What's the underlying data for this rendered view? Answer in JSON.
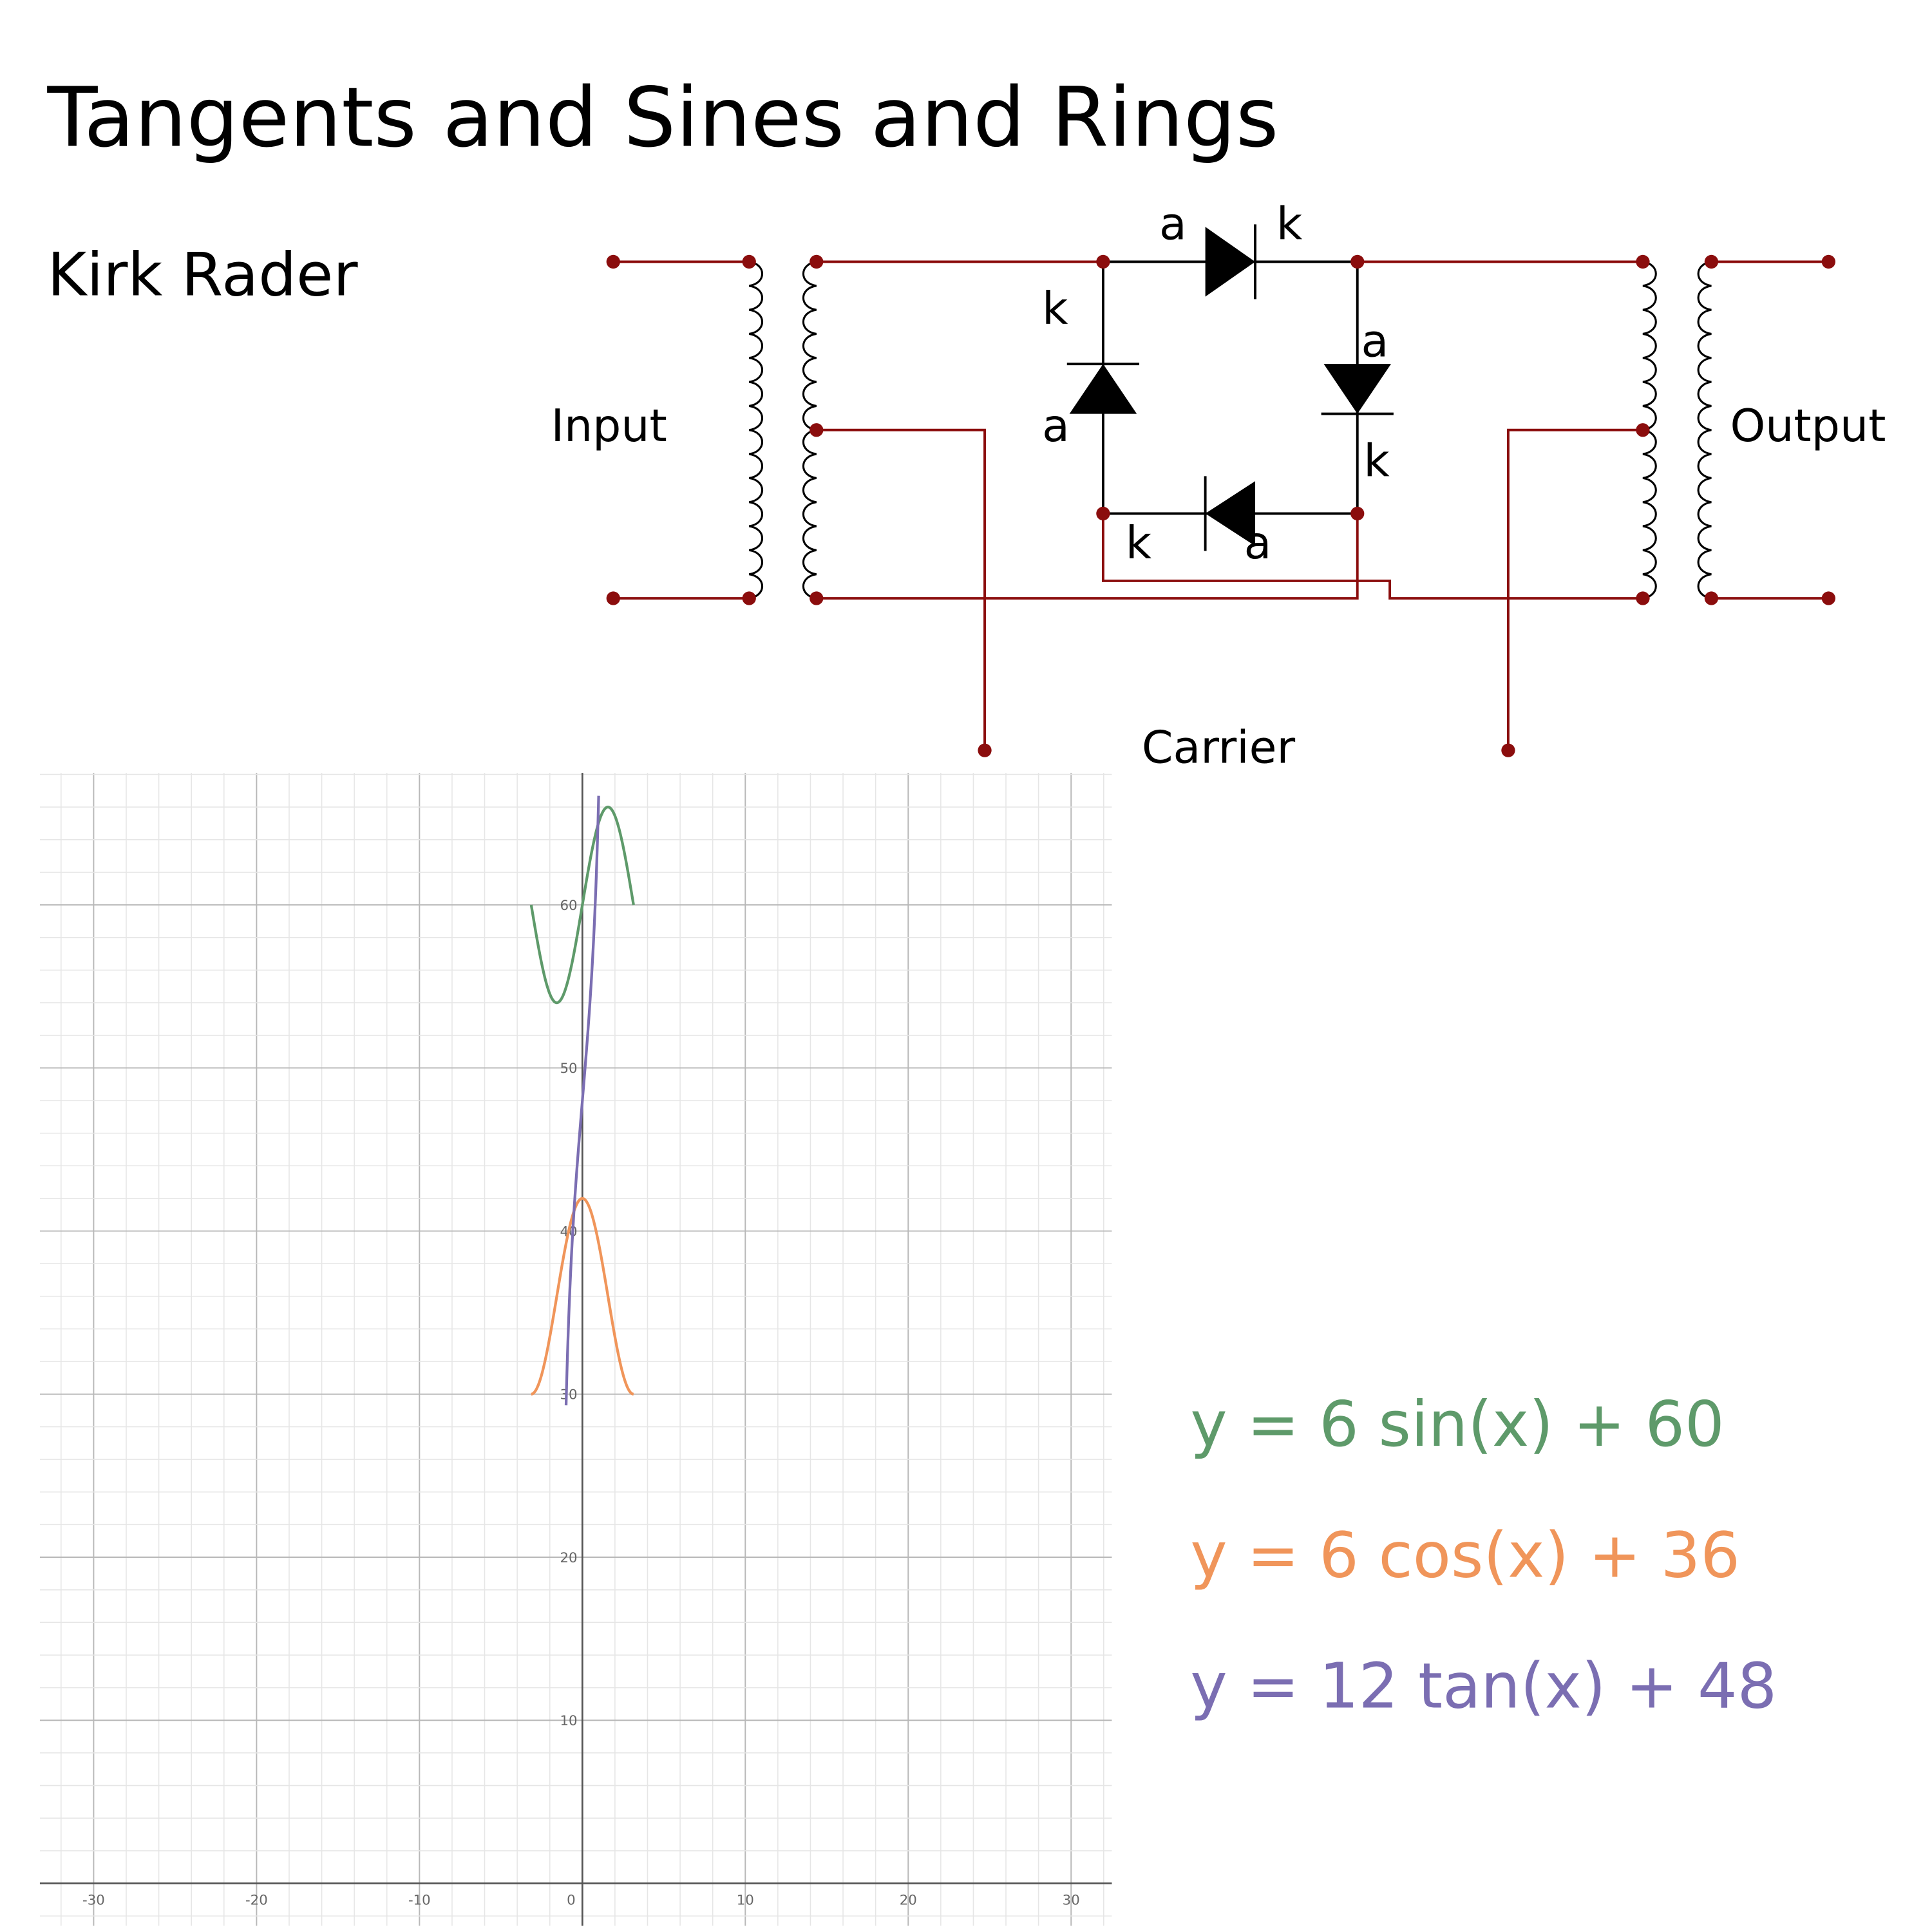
{
  "title": "Tangents and Sines and Rings",
  "author": "Kirk Rader",
  "circuit": {
    "input_label": "Input",
    "output_label": "Output",
    "carrier_label": "Carrier",
    "diode_labels": [
      "a",
      "k",
      "k",
      "a",
      "a",
      "k",
      "k",
      "a"
    ]
  },
  "equations": [
    {
      "text": "y = 6 sin(x) + 60",
      "color": "#5e9a6a"
    },
    {
      "text": "y = 6 cos(x) + 36",
      "color": "#f0955a"
    },
    {
      "text": "y = 12 tan(x) + 48",
      "color": "#7b6eb2"
    }
  ],
  "chart_data": {
    "type": "line",
    "title": "",
    "xlabel": "",
    "ylabel": "",
    "xlim": [
      -33.3,
      32.5
    ],
    "ylim": [
      -2.6,
      68.1
    ],
    "grid": true,
    "x_ticks": [
      "-30",
      "-20",
      "-10",
      "0",
      "10",
      "20",
      "30"
    ],
    "y_ticks": [
      "10",
      "20",
      "30",
      "40",
      "50",
      "60"
    ],
    "series": [
      {
        "name": "y = 6 sin(x) + 60",
        "fn": "sin",
        "a": 6,
        "b": 60,
        "domain": [
          -3.1416,
          3.1416
        ],
        "color": "#5e9a6a"
      },
      {
        "name": "y = 6 cos(x) + 36",
        "fn": "cos",
        "a": 6,
        "b": 36,
        "domain": [
          -3.1416,
          3.1416
        ],
        "color": "#f0955a"
      },
      {
        "name": "y = 12 tan(x) + 48",
        "fn": "tan",
        "a": 12,
        "b": 48,
        "domain": [
          -1.0,
          1.0
        ],
        "color": "#7b6eb2"
      }
    ]
  }
}
